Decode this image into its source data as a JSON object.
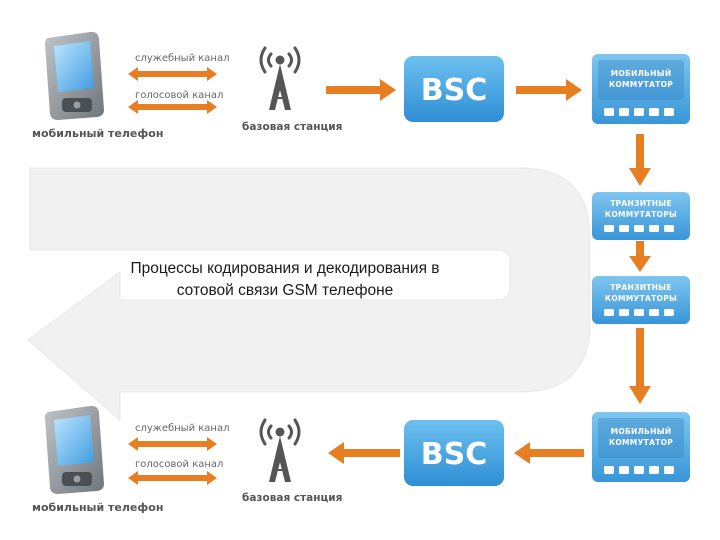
{
  "diagram": {
    "title_line1": "Процессы кодирования и декодирования в",
    "title_line2": "сотовой связи GSM телефоне",
    "top_row": {
      "phone_label": "мобильный телефон",
      "service_channel": "служебный канал",
      "voice_channel": "голосовой канал",
      "base_station": "базовая станция",
      "bsc": "BSC",
      "msc_line1": "МОБИЛЬНЫЙ",
      "msc_line2": "КОММУТАТОР"
    },
    "transit_1": {
      "line1": "ТРАНЗИТНЫЕ",
      "line2": "КОММУТАТОРЫ"
    },
    "transit_2": {
      "line1": "ТРАНЗИТНЫЕ",
      "line2": "КОММУТАТОРЫ"
    },
    "bottom_row": {
      "phone_label": "мобильный телефон",
      "service_channel": "служебный канал",
      "voice_channel": "голосовой канал",
      "base_station": "базовая станция",
      "bsc": "BSC",
      "msc_line1": "МОБИЛЬНЫЙ",
      "msc_line2": "КОММУТАТОР"
    },
    "colors": {
      "arrow": "#e87e22",
      "box_blue": "#3ea3e2",
      "big_arrow": "#f0f0f0",
      "antenna": "#555555"
    }
  }
}
